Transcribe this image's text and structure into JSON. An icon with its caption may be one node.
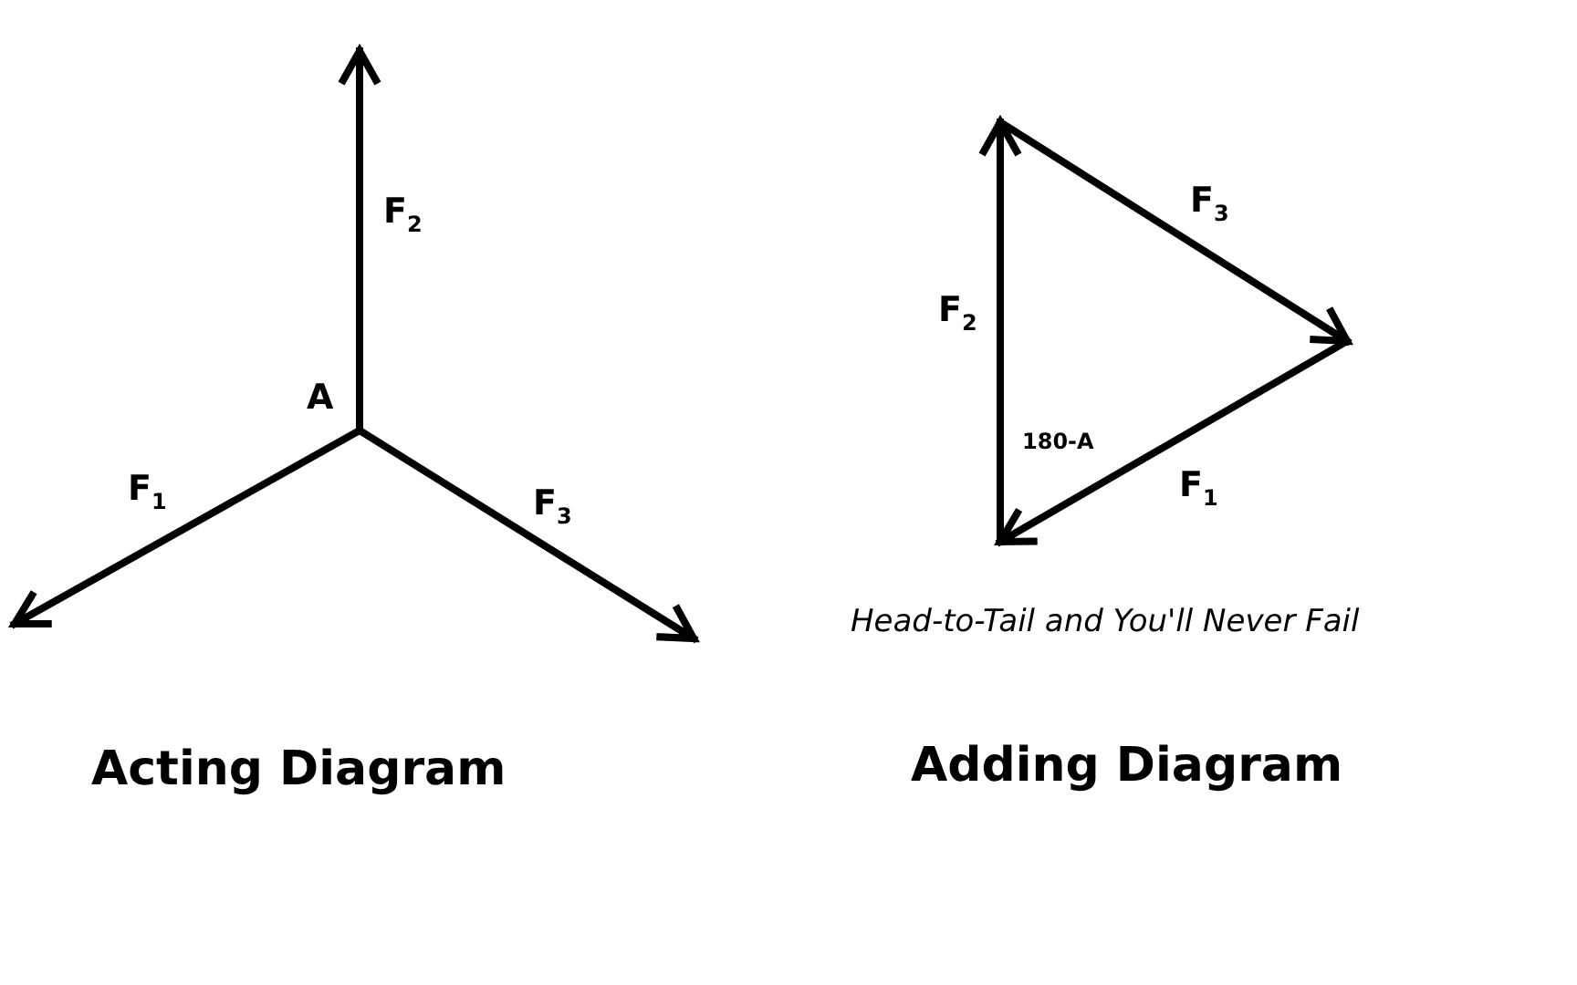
{
  "diagram": {
    "labels": [
      "F$_{2}$",
      "A",
      "F$_{1}$",
      "F$_{3}$",
      "F$_{3}$",
      "F$_{2}$",
      "180-A",
      "F$_{1}$",
      "Head-to-Tail and You'll Never Fail",
      "Acting Diagram",
      "Adding Diagram"
    ]
  }
}
